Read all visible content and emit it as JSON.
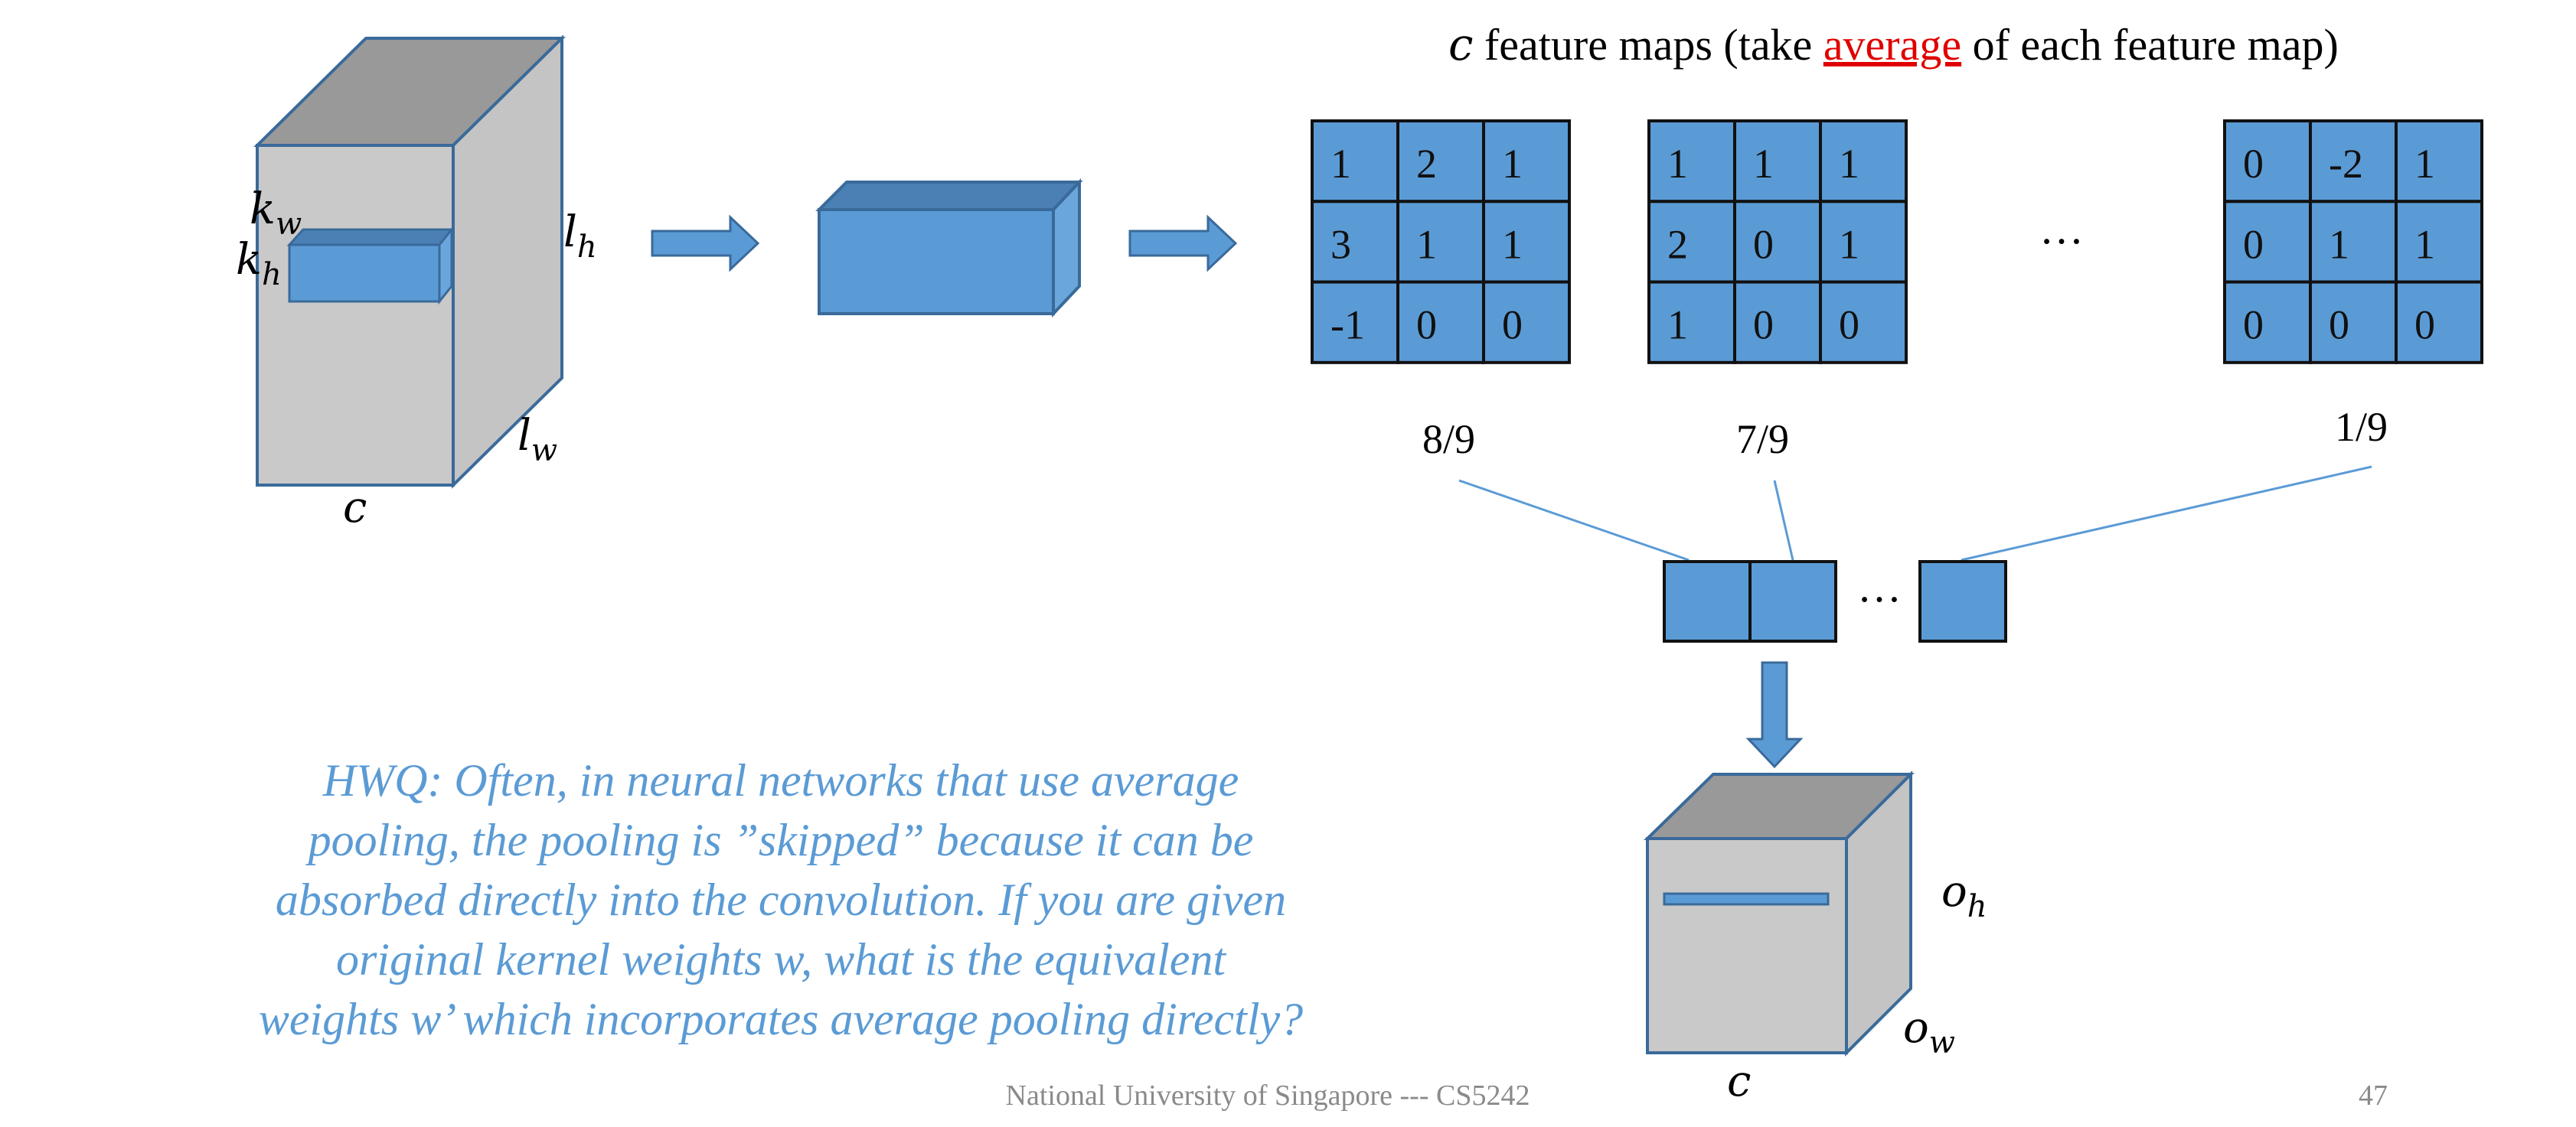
{
  "colors": {
    "accent_blue": "#5b9bd5",
    "dark_blue": "#4a80b4",
    "edge_blue": "#3a6a9a",
    "cube_front": "#c9c9c9",
    "cube_side": "#c4c4c4",
    "cube_top": "#999999",
    "highlight_red": "#e00000",
    "note_blue": "#5b9bd5",
    "footer_gray": "#8a8a8a"
  },
  "header": {
    "var": "c",
    "pre": "feature maps (take ",
    "highlight": "average",
    "post": " of each feature map)"
  },
  "input_volume": {
    "kw": "k",
    "kw_sub": "w",
    "kh": "k",
    "kh_sub": "h",
    "lh": "l",
    "lh_sub": "h",
    "lw": "l",
    "lw_sub": "w",
    "c": "c"
  },
  "feature_maps": [
    {
      "cells": [
        "1",
        "2",
        "1",
        "3",
        "1",
        "1",
        "-1",
        "0",
        "0"
      ],
      "average": "8/9"
    },
    {
      "cells": [
        "1",
        "1",
        "1",
        "2",
        "0",
        "1",
        "1",
        "0",
        "0"
      ],
      "average": "7/9"
    },
    {
      "cells": [
        "0",
        "-2",
        "1",
        "0",
        "1",
        "1",
        "0",
        "0",
        "0"
      ],
      "average": "1/9"
    }
  ],
  "maps_ellipsis": "…",
  "vector_ellipsis": "…",
  "output_volume": {
    "oh": "o",
    "oh_sub": "h",
    "ow": "o",
    "ow_sub": "w",
    "c": "c"
  },
  "hwq_lines": [
    "HWQ: Often, in neural networks that use average",
    "pooling, the pooling is ”skipped” because it can be",
    "absorbed directly into the convolution.  If you are given",
    "original kernel weights w, what is the equivalent",
    "weights w’ which incorporates average pooling directly?"
  ],
  "footer": {
    "text": "National University of Singapore --- CS5242",
    "page": "47"
  }
}
